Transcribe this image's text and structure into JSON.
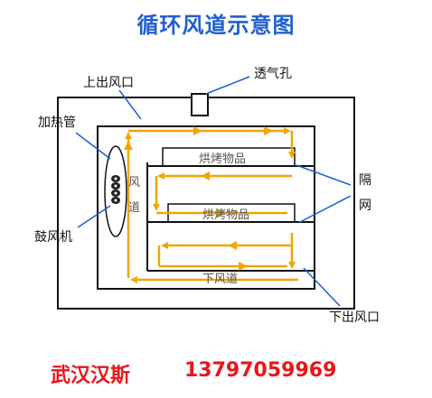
{
  "title": "循环风道示意图",
  "labels": {
    "top_outlet": "上出风口",
    "vent_hole": "透气孔",
    "heater": "加热管",
    "fan": "鼓风机",
    "partition_1": "隔",
    "partition_2": "网",
    "bottom_outlet": "下出风口",
    "duct_1": "风",
    "duct_2": "道",
    "item_upper": "烘烤物品",
    "item_lower": "烘烤物品",
    "lower_duct": "下风道"
  },
  "footer": {
    "company": "武汉汉斯",
    "phone": "13797059969"
  },
  "colors": {
    "title": "#1f5fd0",
    "footer": "#e8161b",
    "airflow": "#f0a500",
    "outline": "#111111"
  }
}
